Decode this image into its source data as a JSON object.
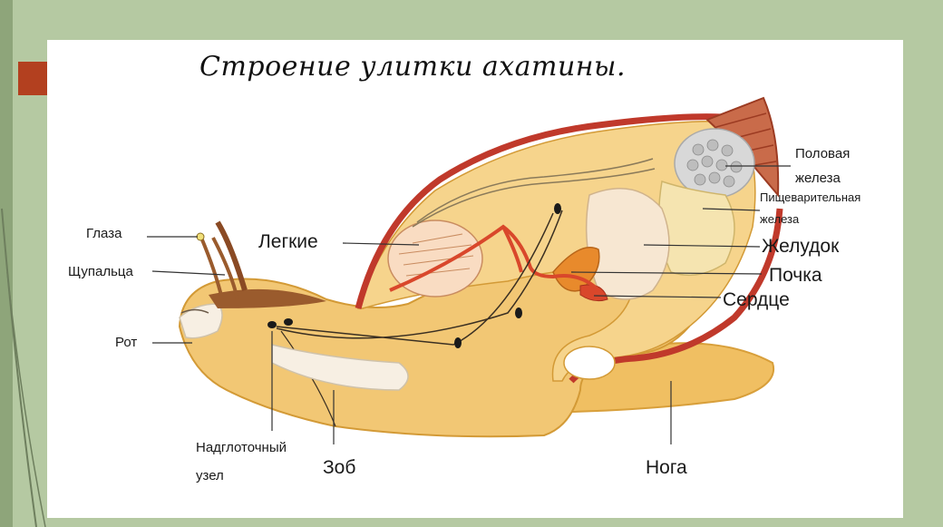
{
  "title": "Строение улитки  ахатины.",
  "labels": {
    "eyes": "Глаза",
    "tentacles": "Щупальца",
    "mouth": "Рот",
    "ganglion_line1": "Надглоточный",
    "ganglion_line2": "узел",
    "crop": "Зоб",
    "lungs": "Легкие",
    "gonad_line1": "Половая",
    "gonad_line2": "железа",
    "digestive_line1": "Пищеварительная",
    "digestive_line2": "железа",
    "stomach": "Желудок",
    "kidney": "Почка",
    "heart": "Сердце",
    "foot": "Нога"
  },
  "colors": {
    "accent": "#b3401f",
    "body": "#f2c774",
    "body_light": "#fbe3a8",
    "shell_rim": "#c0392b",
    "organ_red": "#d9472b",
    "kidney_orange": "#e88a2c"
  }
}
